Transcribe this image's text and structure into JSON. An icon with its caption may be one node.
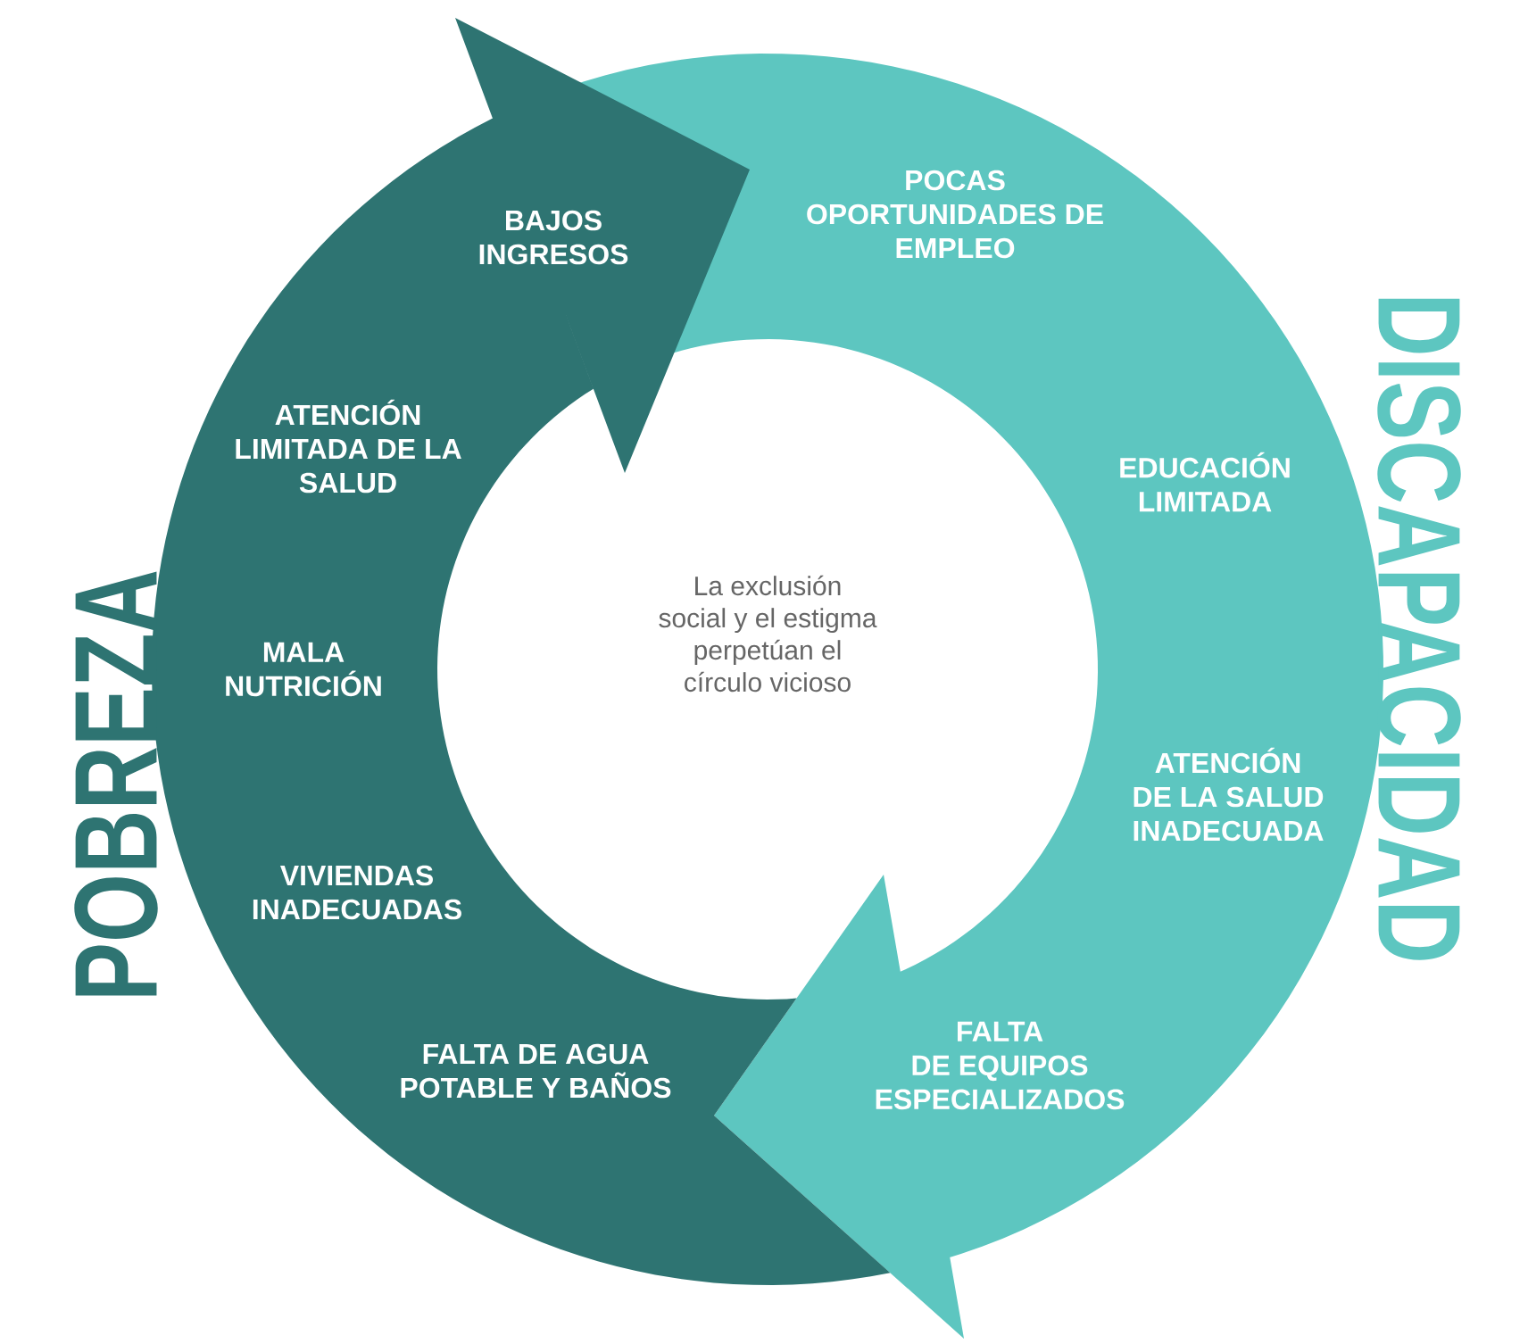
{
  "diagram": {
    "nodes": [
      {
        "text": [
          "POBREZA",
          "BAJOS INGRESOS",
          "ATENCIÓN LIMITADA DE LA SALUD",
          "MALA NUTRICIÓN",
          "VIVIENDAS INADECUADAS",
          "FALTA DE AGUA POTABLE Y BAÑOS"
        ]
      },
      {
        "text": [
          "DISCAPACIDAD",
          "POCAS OPORTUNIDADES DE EMPLEO",
          "EDUCACIÓN LIMITADA",
          "ATENCIÓN DE LA SALUD INADECUADA",
          "FALTA DE EQUIPOS ESPECIALIZADOS"
        ]
      }
    ],
    "labels": [
      "La exclusión social y el estigma perpetúan el círculo vicioso"
    ]
  }
}
